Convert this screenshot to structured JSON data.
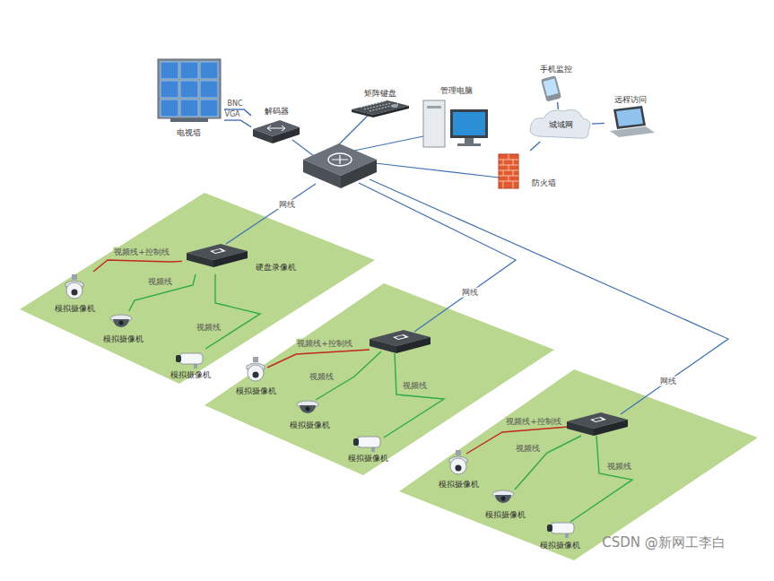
{
  "diagram": {
    "nodes": [
      {
        "text": [
          "电视墙"
        ]
      },
      {
        "text": [
          "解码器"
        ]
      },
      {
        "text": [
          "矩阵键盘"
        ]
      },
      {
        "text": [
          "管理电脑"
        ]
      },
      {
        "text": [
          "手机监控"
        ]
      },
      {
        "text": [
          "远程访问"
        ]
      },
      {
        "text": [
          "城域网"
        ]
      },
      {
        "text": [
          "防火墙"
        ]
      },
      {
        "text": [
          "硬盘录像机"
        ]
      },
      {
        "text": [
          "模拟摄像机"
        ]
      },
      {
        "text": [
          "模拟摄像机"
        ]
      },
      {
        "text": [
          "模拟摄像机"
        ]
      },
      {
        "text": [
          "模拟摄像机"
        ]
      },
      {
        "text": [
          "模拟摄像机"
        ]
      },
      {
        "text": [
          "模拟摄像机"
        ]
      },
      {
        "text": [
          "模拟摄像机"
        ]
      },
      {
        "text": [
          "模拟摄像机"
        ]
      },
      {
        "text": [
          "模拟摄像机"
        ]
      }
    ],
    "edges": [
      {
        "from": 0,
        "to": 1,
        "label": "BNC",
        "arrow": "none"
      },
      {
        "from": 0,
        "to": 1,
        "label": "VGA",
        "arrow": "none"
      },
      {
        "from": 6,
        "to": 4,
        "arrow": "none"
      },
      {
        "from": 6,
        "to": 5,
        "arrow": "none"
      },
      {
        "from": 7,
        "to": 6,
        "arrow": "none"
      },
      {
        "from": 9,
        "to": 8,
        "label": "视频线+控制线",
        "arrow": "none"
      },
      {
        "from": 10,
        "to": 8,
        "label": "视频线",
        "arrow": "none"
      },
      {
        "from": 11,
        "to": 8,
        "label": "视频线",
        "arrow": "none"
      }
    ],
    "labels": [
      "网线",
      "视频线+控制线",
      "视频线",
      "视频线",
      "网线",
      "视频线+控制线",
      "视频线",
      "视频线",
      "网线",
      "CSDN @新网工李白"
    ]
  }
}
